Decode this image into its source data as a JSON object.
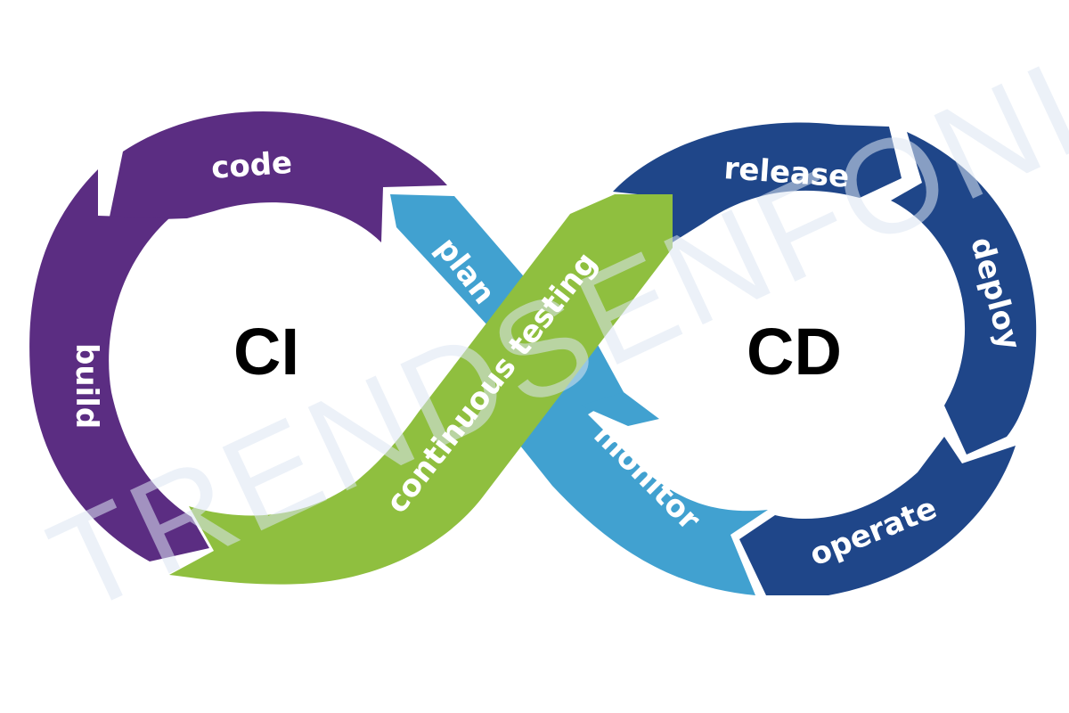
{
  "title": "CI/CD infinity loop",
  "colors": {
    "purple": "#5b2d82",
    "light_blue": "#41a1d0",
    "green": "#8fbf3f",
    "dark_blue": "#1f4689",
    "center_text": "#000000",
    "segment_text": "#ffffff",
    "watermark": "#dde6f3"
  },
  "ci": {
    "label": "CI",
    "segments": [
      {
        "id": "code",
        "label": "code"
      },
      {
        "id": "build",
        "label": "build"
      }
    ]
  },
  "cd": {
    "label": "CD",
    "segments": [
      {
        "id": "release",
        "label": "release"
      },
      {
        "id": "deploy",
        "label": "deploy"
      },
      {
        "id": "operate",
        "label": "operate"
      }
    ]
  },
  "crossing": {
    "plan": {
      "label": "plan"
    },
    "monitor": {
      "label": "monitor"
    },
    "continuous_testing": {
      "label": "continuous testing"
    }
  },
  "watermark": {
    "text": "TRENDSENFONI"
  }
}
